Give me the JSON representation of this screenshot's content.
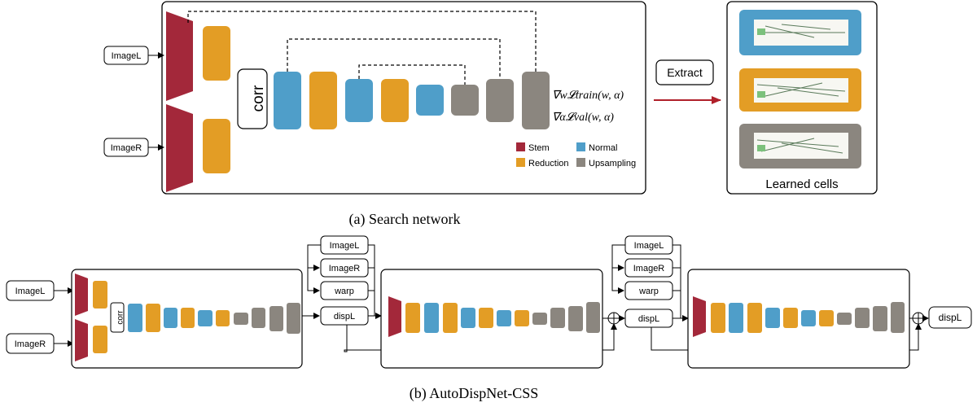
{
  "colors": {
    "stem": "#a3283a",
    "reduction": "#e39d25",
    "normal": "#4f9ec9",
    "upsampling": "#8b867f",
    "arrow_red": "#b0202a"
  },
  "search": {
    "inputs": [
      "ImageL",
      "ImageR"
    ],
    "corr_label": "corr",
    "loss_train": "∇w𝓛train(w, α)",
    "loss_val": "∇α𝓛val(w, α)",
    "legend": [
      {
        "label": "Stem",
        "color_key": "stem"
      },
      {
        "label": "Normal",
        "color_key": "normal"
      },
      {
        "label": "Reduction",
        "color_key": "reduction"
      },
      {
        "label": "Upsampling",
        "color_key": "upsampling"
      }
    ],
    "caption": "(a) Search network"
  },
  "extract": {
    "label": "Extract"
  },
  "learned": {
    "title": "Learned cells",
    "cells": [
      {
        "color_key": "normal"
      },
      {
        "color_key": "reduction"
      },
      {
        "color_key": "upsampling"
      }
    ]
  },
  "css": {
    "inputs": [
      "ImageL",
      "ImageR"
    ],
    "corr_label": "corr",
    "side_boxes": [
      "ImageL",
      "ImageR",
      "warp",
      "dispL"
    ],
    "output_label": "dispL",
    "caption": "(b) AutoDispNet-CSS"
  }
}
